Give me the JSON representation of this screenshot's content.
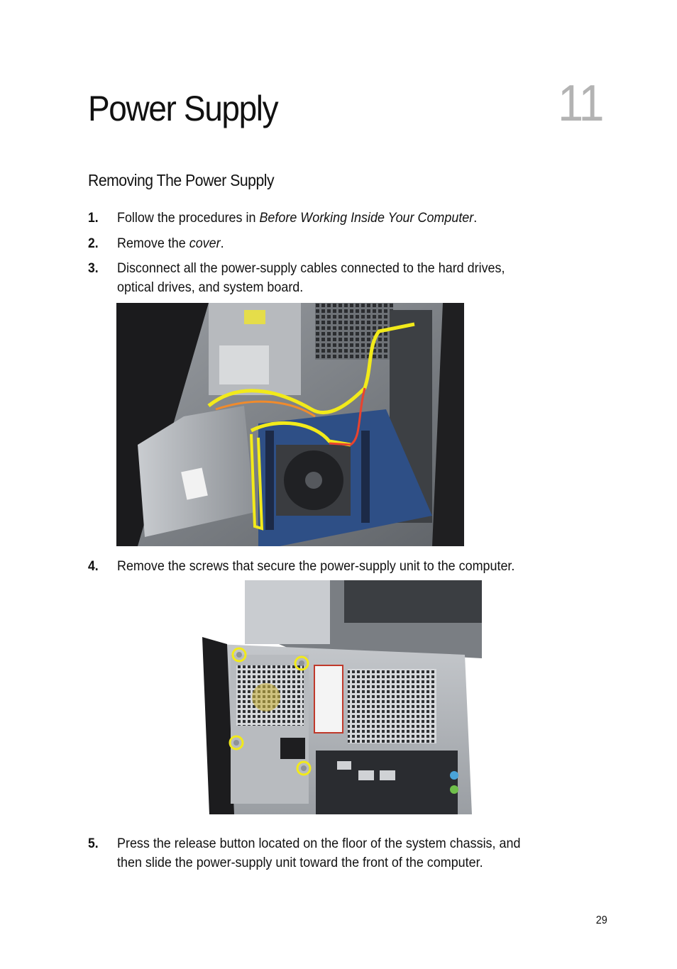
{
  "chapter": {
    "title": "Power Supply",
    "number": "11"
  },
  "section": {
    "heading": "Removing The Power Supply"
  },
  "steps": [
    {
      "num": "1.",
      "before": "Follow the procedures in ",
      "emph": "Before Working Inside Your Computer",
      "after": "."
    },
    {
      "num": "2.",
      "before": "Remove the ",
      "emph": "cover",
      "after": "."
    },
    {
      "num": "3.",
      "line1": "Disconnect all the power-supply cables connected to the hard drives,",
      "line2": "optical drives, and system board."
    },
    {
      "num": "4.",
      "text": "Remove the screws that secure the power-supply unit to the computer."
    },
    {
      "num": "5.",
      "line1": "Press the release button located on the floor of the system chassis, and",
      "line2": "then slide the power-supply unit toward the front of the computer."
    }
  ],
  "footer": {
    "page_number": "29"
  },
  "colors": {
    "highlight": "#f2ea1a",
    "chapter_number": "#b3b3b3"
  }
}
